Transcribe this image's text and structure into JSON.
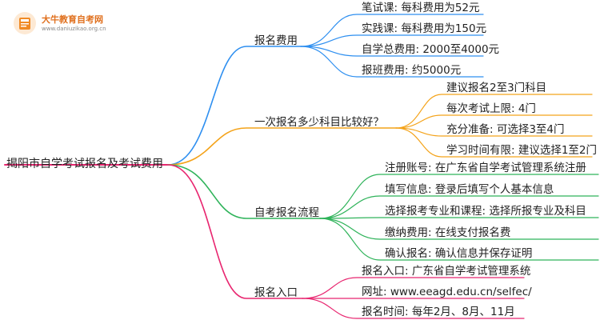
{
  "logo": {
    "name": "大牛教育自考网",
    "url": "www.daniuzikao.org.cn"
  },
  "colors": {
    "blue": "#2e8ff0",
    "orange": "#f4a31a",
    "green": "#2fb35a",
    "pink": "#e8256f"
  },
  "root": "揭阳市自学考试报名及考试费用",
  "branches": [
    {
      "label": "报名费用",
      "leaves": [
        "笔试课: 每科费用为52元",
        "实践课: 每科费用为150元",
        "自学总费用: 2000至4000元",
        "报班费用: 约5000元"
      ]
    },
    {
      "label": "一次报名多少科目比较好？",
      "leaves": [
        "建议报名2至3门科目",
        "每次考试上限: 4门",
        "充分准备: 可选择3至4门",
        "学习时间有限: 建议选择1至2门"
      ]
    },
    {
      "label": "自考报名流程",
      "leaves": [
        "注册账号: 在广东省自学考试管理系统注册",
        "填写信息: 登录后填写个人基本信息",
        "选择报考专业和课程: 选择所报专业及科目",
        "缴纳费用: 在线支付报名费",
        "确认报名: 确认信息并保存证明"
      ]
    },
    {
      "label": "报名入口",
      "leaves": [
        "报名入口: 广东省自学考试管理系统",
        "网址: www.eeagd.edu.cn/selfec/",
        "报名时间: 每年2月、8月、11月"
      ]
    }
  ]
}
